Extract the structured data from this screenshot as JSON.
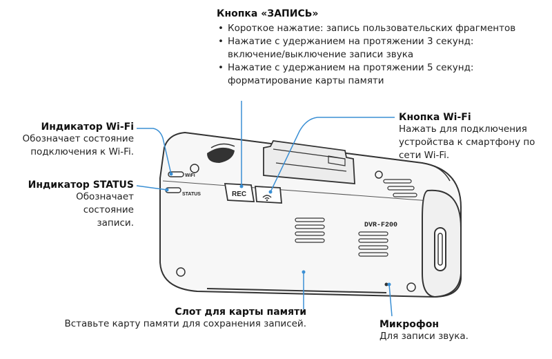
{
  "rec_button": {
    "title": "Кнопка «ЗАПИСЬ»",
    "bullets": [
      "Короткое нажатие: запись пользовательских фрагментов",
      "Нажатие с удержанием на протяжении 3 секунд: включение/выключение записи звука",
      "Нажатие с удержанием на протяжении 5 секунд: форматирование карты памяти"
    ]
  },
  "wifi_button": {
    "title": "Кнопка Wi-Fi",
    "desc": "Нажать для подключения устройства к смартфону по сети Wi-Fi."
  },
  "wifi_indicator": {
    "title": "Индикатор Wi-Fi",
    "desc": "Обозначает состояние подключения к Wi-Fi."
  },
  "status_indicator": {
    "title": "Индикатор STATUS",
    "desc": "Обозначает состояние записи."
  },
  "card_slot": {
    "title": "Слот для карты памяти",
    "desc": "Вставьте карту памяти для сохранения записей."
  },
  "microphone": {
    "title": "Микрофон",
    "desc": "Для записи звука."
  },
  "device_labels": {
    "wifi": "WiFi",
    "status": "STATUS",
    "rec": "REC",
    "model": "DVR-F200"
  },
  "colors": {
    "leader_line": "#3a8fd4",
    "body_stroke": "#333333"
  }
}
